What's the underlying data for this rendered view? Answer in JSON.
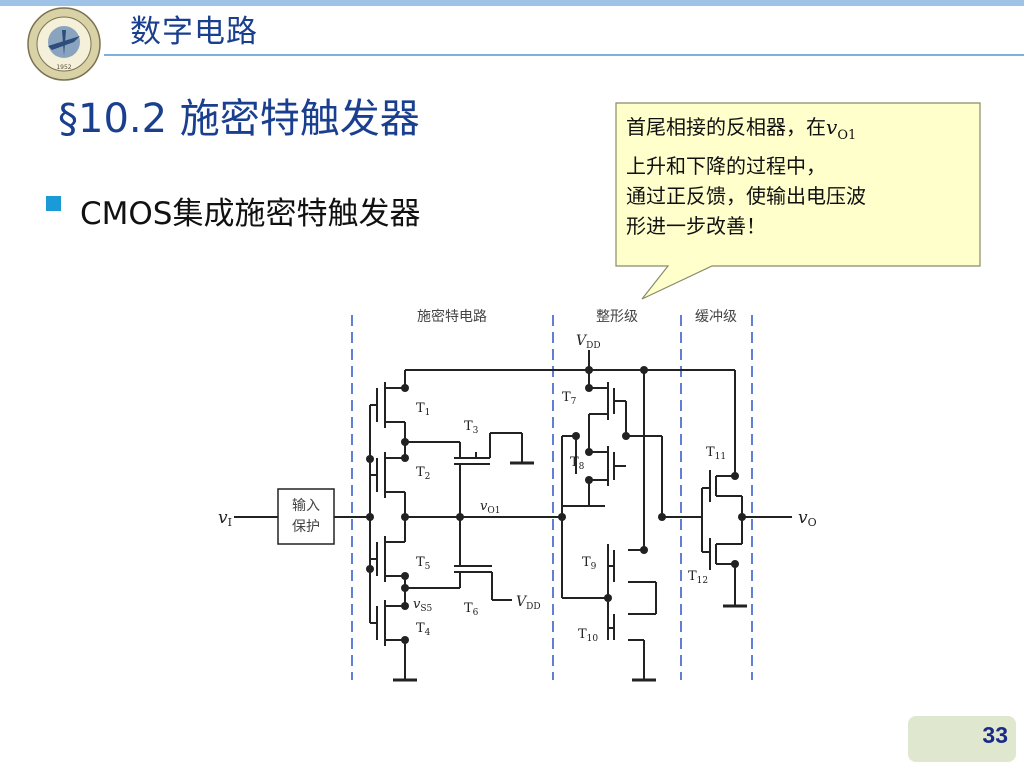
{
  "header": {
    "course_title": "数字电路",
    "logo": {
      "icon": "university-seal-icon",
      "year": "1952"
    }
  },
  "slide": {
    "section_title": "§10.2 施密特触发器",
    "bullet": "CMOS集成施密特触发器",
    "page_number": "33"
  },
  "callout": {
    "line1_pre": "首尾相接的反相器，在",
    "line1_var": "v",
    "line1_sub": "O1",
    "line2": "上升和下降的过程中，",
    "line3": "通过正反馈，使输出电压波",
    "line4": "形进一步改善！"
  },
  "circuit": {
    "section_labels": [
      "施密特电路",
      "整形级",
      "缓冲级"
    ],
    "input_block": [
      "输入",
      "保护"
    ],
    "input_var": "v",
    "input_sub": "I",
    "output_var": "v",
    "output_sub": "O",
    "vdd_var": "V",
    "vdd_sub": "DD",
    "vo1_var": "v",
    "vo1_sub": "O1",
    "vs5_var": "v",
    "vs5_sub": "S5",
    "transistors": [
      {
        "name": "T",
        "sub": "1"
      },
      {
        "name": "T",
        "sub": "2"
      },
      {
        "name": "T",
        "sub": "3"
      },
      {
        "name": "T",
        "sub": "4"
      },
      {
        "name": "T",
        "sub": "5"
      },
      {
        "name": "T",
        "sub": "6"
      },
      {
        "name": "T",
        "sub": "7"
      },
      {
        "name": "T",
        "sub": "8"
      },
      {
        "name": "T",
        "sub": "9"
      },
      {
        "name": "T",
        "sub": "10"
      },
      {
        "name": "T",
        "sub": "11"
      },
      {
        "name": "T",
        "sub": "12"
      }
    ]
  },
  "colors": {
    "title": "#1a3f8f",
    "bullet": "#1a9ad6",
    "callout_bg": "#ffffcc",
    "page_box": "#dfe8cf",
    "divider": "#3a5fc8"
  }
}
